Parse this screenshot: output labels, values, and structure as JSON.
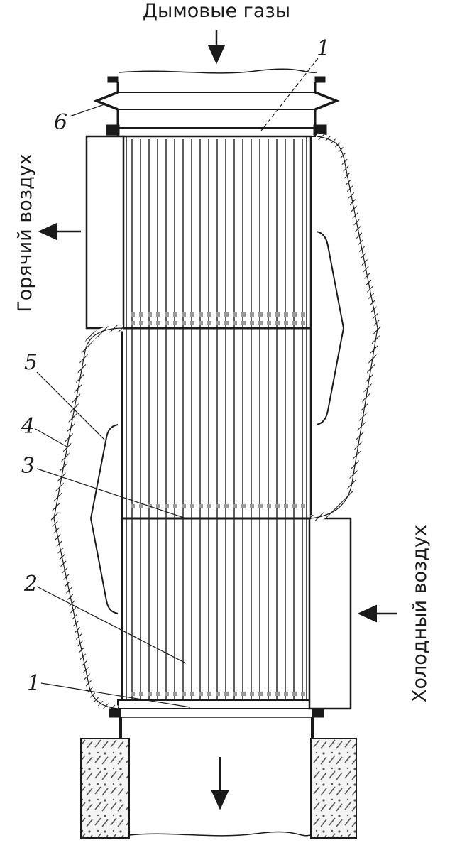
{
  "labels": {
    "top": "Дымовые газы",
    "left": "Горячий воздух",
    "right": "Холодный воздух"
  },
  "callouts": {
    "c1_top": "1",
    "c6": "6",
    "c5": "5",
    "c4": "4",
    "c3": "3",
    "c2": "2",
    "c1_bottom": "1"
  },
  "colors": {
    "line": "#1a1a1a",
    "background": "#ffffff",
    "hatch": "#555555"
  }
}
